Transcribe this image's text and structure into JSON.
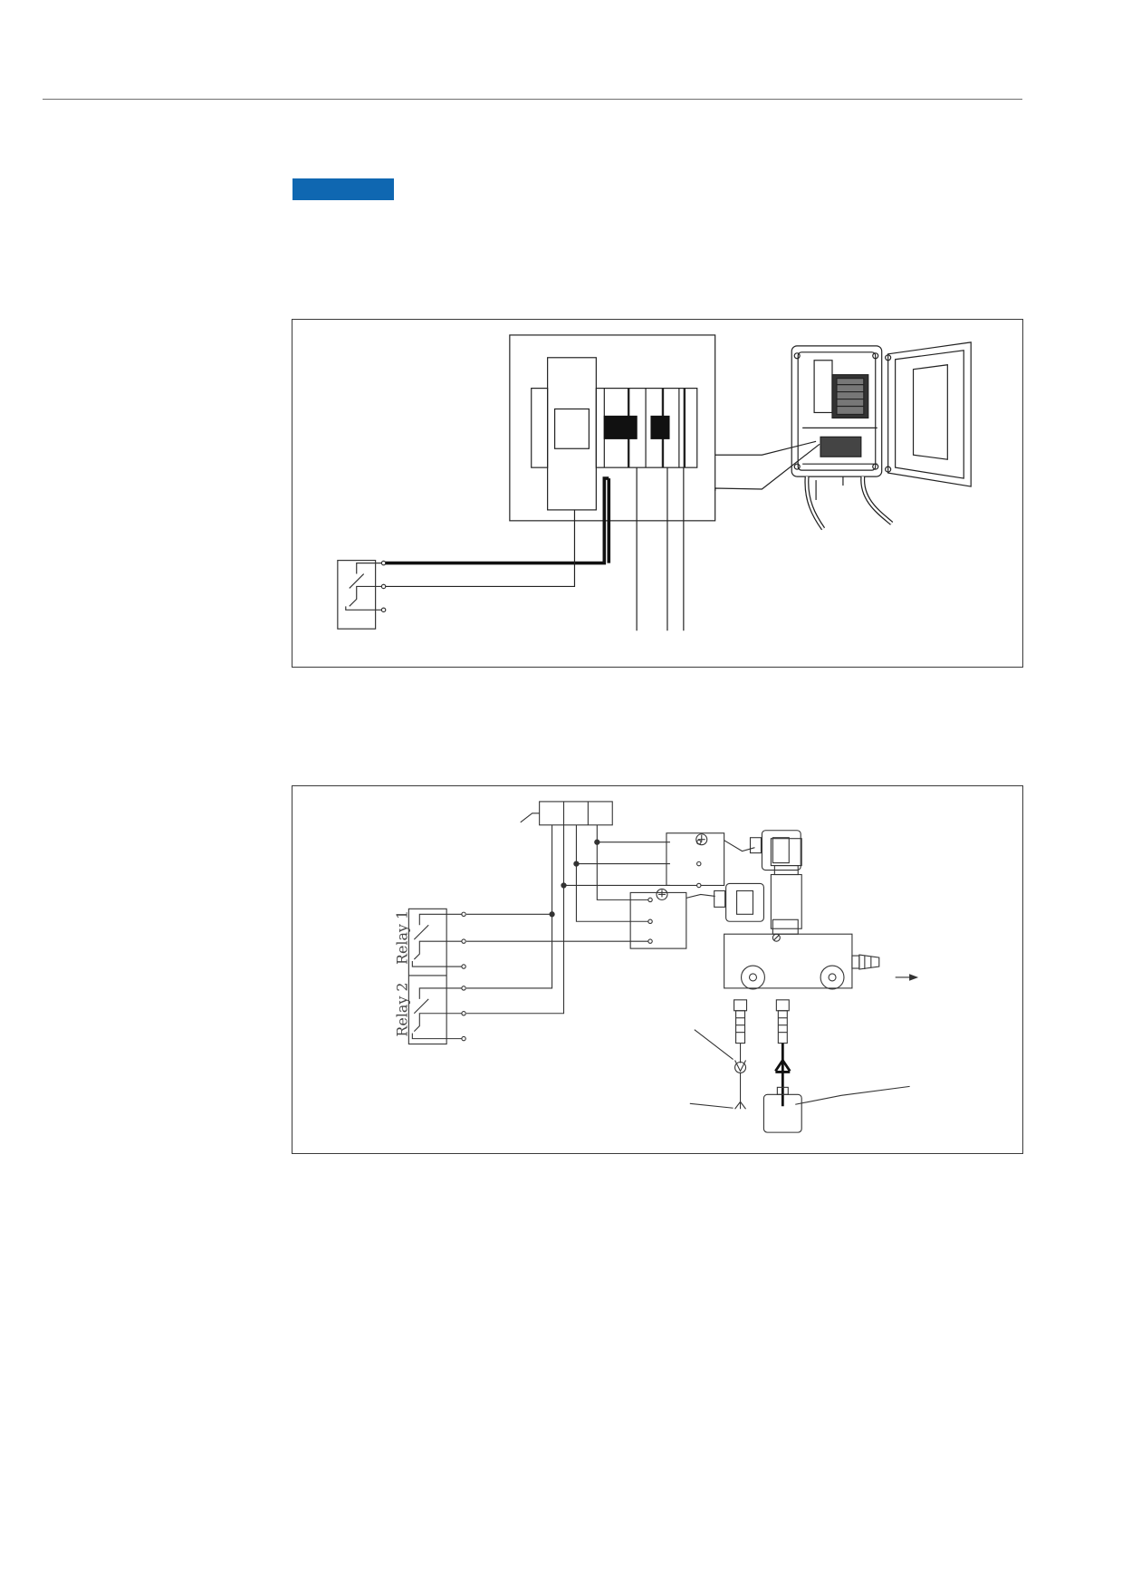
{
  "colors": {
    "accent": "#0f67b1",
    "rule": "#6f6f6f",
    "line": "#222222"
  },
  "figure_wiring_overview": {
    "icon": "control-box-wiring-diagram"
  },
  "figure_valve_wiring": {
    "relay_1_label": "Relay 1",
    "relay_2_label": "Relay 2",
    "icon": "solenoid-valve-wiring-diagram"
  }
}
